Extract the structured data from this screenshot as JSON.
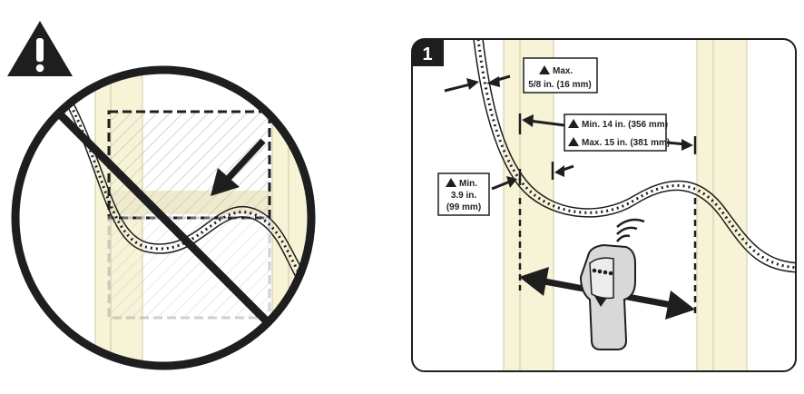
{
  "step_number": "1",
  "labels": {
    "max_thickness": {
      "line1": "Max.",
      "line2": "5/8 in. (16 mm)"
    },
    "stud_spacing_min": "Min. 14 in. (356 mm)",
    "stud_spacing_max": "Max. 15 in. (381 mm)",
    "min_height": {
      "line1": "Min.",
      "line2": "3.9 in.",
      "line3": "(99 mm)"
    }
  },
  "colors": {
    "outline": "#1e1e1e",
    "stud_fill": "#f7f3d6",
    "panel_border": "#1e1e1e",
    "hatch": "#bdbdbd",
    "dashed_box_faint": "#b0b0b0"
  },
  "icons": {
    "warning_large": "warning-triangle-icon",
    "warning_small": "warning-triangle-icon",
    "prohibition": "no-sign-icon",
    "signal": "wifi-signal-icon"
  }
}
